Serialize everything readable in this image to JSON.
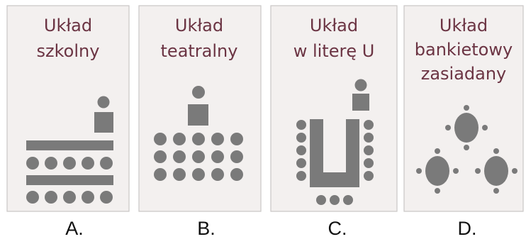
{
  "colors": {
    "panel_background": "#f3f0ef",
    "panel_border": "#c9c6c5",
    "title_text": "#6b3443",
    "shapes": "#7a7a7a",
    "labels": "#111111"
  },
  "panels": [
    {
      "title_lines": [
        "Układ",
        "szkolny"
      ],
      "label": "A."
    },
    {
      "title_lines": [
        "Układ",
        "teatralny"
      ],
      "label": "B."
    },
    {
      "title_lines": [
        "Układ",
        "w literę U"
      ],
      "label": "C."
    },
    {
      "title_lines": [
        "Układ",
        "bankietowy",
        "zasiadany"
      ],
      "label": "D."
    }
  ]
}
